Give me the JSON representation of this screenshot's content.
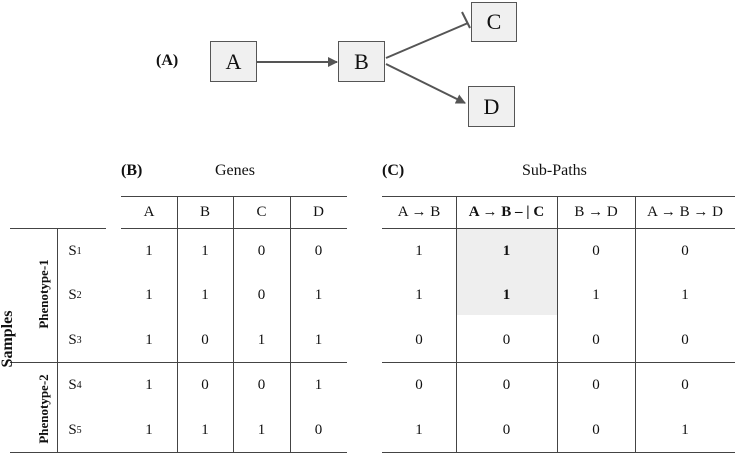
{
  "panel_a": {
    "label": "(A)",
    "nodes": {
      "a": "A",
      "b": "B",
      "c": "C",
      "d": "D"
    }
  },
  "panel_b": {
    "label": "(B)",
    "title": "Genes",
    "columns": [
      "A",
      "B",
      "C",
      "D"
    ],
    "rows": [
      [
        "1",
        "1",
        "0",
        "0"
      ],
      [
        "1",
        "1",
        "0",
        "1"
      ],
      [
        "1",
        "0",
        "1",
        "1"
      ],
      [
        "1",
        "0",
        "0",
        "1"
      ],
      [
        "1",
        "1",
        "1",
        "0"
      ]
    ]
  },
  "panel_c": {
    "label": "(C)",
    "title": "Sub-Paths",
    "columns": [
      "A → B",
      "A → B – | C",
      "B → D",
      "A → B → D"
    ],
    "rows": [
      [
        "1",
        "1",
        "0",
        "0"
      ],
      [
        "1",
        "1",
        "1",
        "1"
      ],
      [
        "0",
        "0",
        "0",
        "0"
      ],
      [
        "0",
        "0",
        "0",
        "0"
      ],
      [
        "1",
        "0",
        "0",
        "1"
      ]
    ],
    "highlight_color": "#eeeeee"
  },
  "samples": {
    "axis_label": "Samples",
    "groups": [
      "Phenotype-1",
      "Phenotype-2"
    ],
    "rows": [
      {
        "letter": "S",
        "sub": "1"
      },
      {
        "letter": "S",
        "sub": "2"
      },
      {
        "letter": "S",
        "sub": "3"
      },
      {
        "letter": "S",
        "sub": "4"
      },
      {
        "letter": "S",
        "sub": "5"
      }
    ]
  }
}
